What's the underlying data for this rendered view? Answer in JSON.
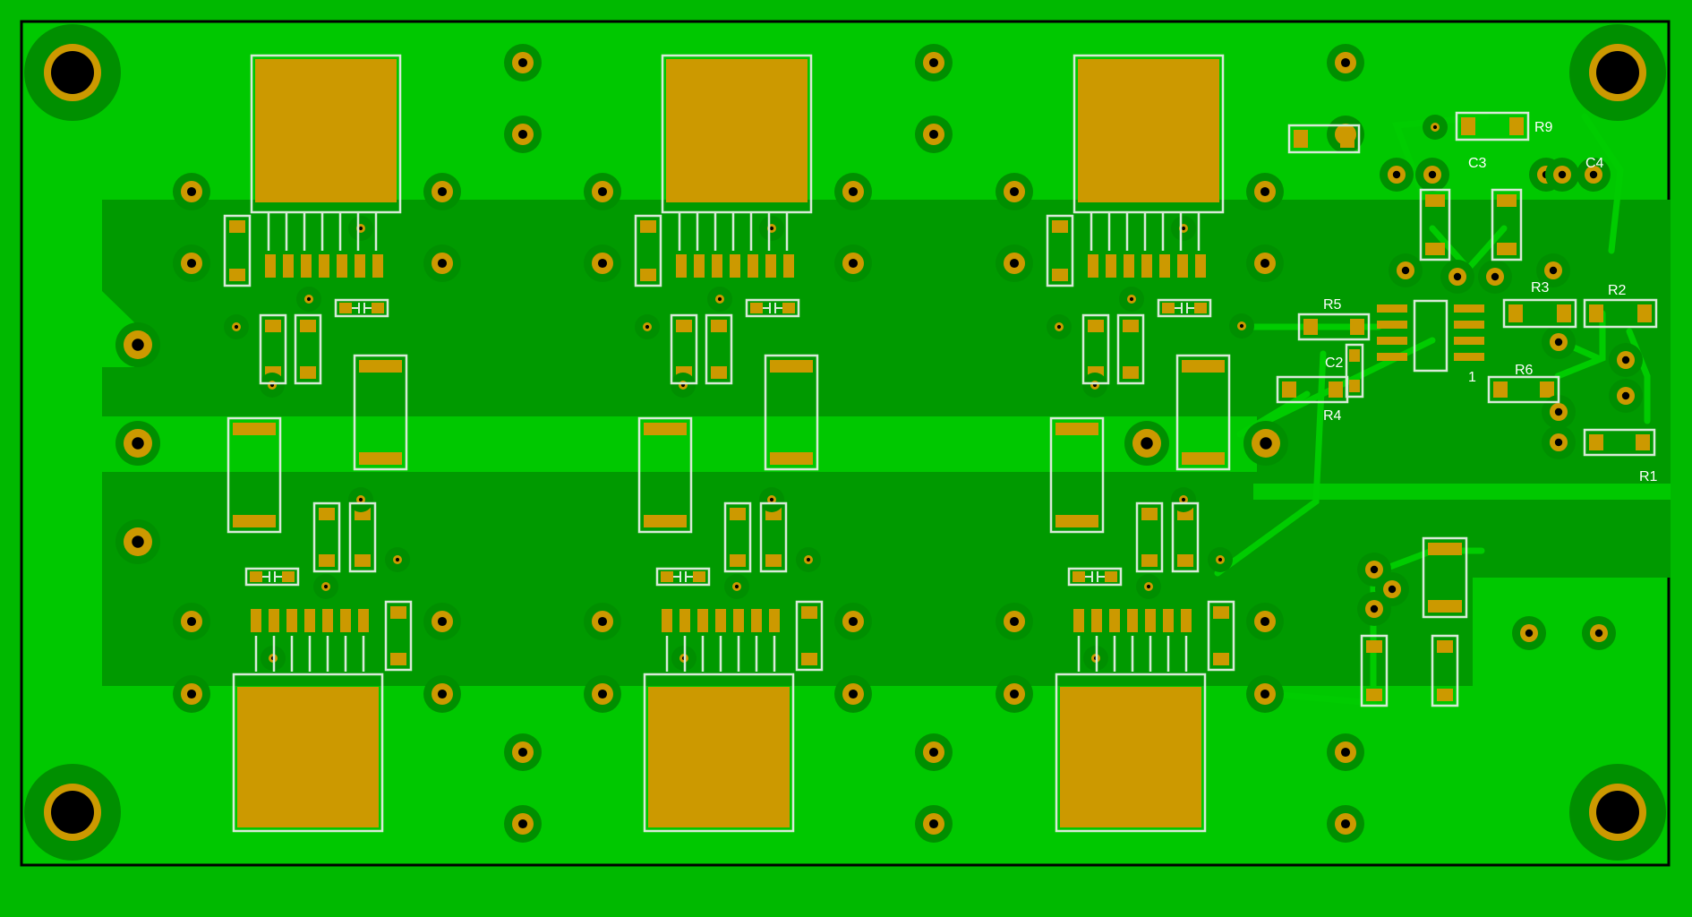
{
  "colors": {
    "background": "#00b900",
    "copper_fill": "#00c800",
    "copper_inner": "#009a00",
    "trace": "#00cc00",
    "pad": "#cc9900",
    "drill": "#000000",
    "silkscreen": "#d8ead8",
    "board_outline": "#000000",
    "label_text": "#ffffff"
  },
  "labels": {
    "R9": "R9",
    "C3": "C3",
    "C4": "C4",
    "R5": "R5",
    "C2": "C2",
    "R3": "R3",
    "R2": "R2",
    "R6": "R6",
    "R4": "R4",
    "R1": "R1",
    "pin1": "1"
  }
}
